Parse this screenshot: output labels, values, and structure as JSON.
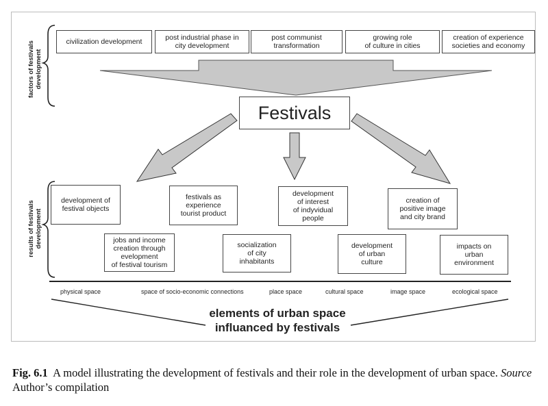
{
  "left_labels": {
    "factors": "factors of festivals\ndevelopment",
    "results": "results of festivals\ndevelopment"
  },
  "factors": [
    "civilization development",
    "post industrial phase in\ncity development",
    "post communist\ntransformation",
    "growing role\nof culture in cities",
    "creation of experience\nsocieties and economy"
  ],
  "center": "Festivals",
  "results_row1": [
    "development of\nfestival objects",
    "festivals as\nexperience\ntourist product",
    "development\nof interest\nof indyvidual\npeople",
    "creation of\npositive image\nand city brand"
  ],
  "results_row2": [
    "jobs and income\ncreation through\nevelopment\nof festival tourism",
    "socialization\nof city\ninhabitants",
    "development\nof urban\nculture",
    "impacts on\nurban\nenvironment"
  ],
  "spaces": [
    "physical space",
    "space of socio-economic connections",
    "place space",
    "cultural space",
    "image space",
    "ecological space"
  ],
  "bottom_title": {
    "line1": "elements of urban space",
    "line2": "influanced by festivals"
  },
  "caption": {
    "label": "Fig. 6.1",
    "text": "A model illustrating the development of festivals and their role in the development of urban space.",
    "source_label": "Source",
    "source_text": "Author’s compilation"
  }
}
